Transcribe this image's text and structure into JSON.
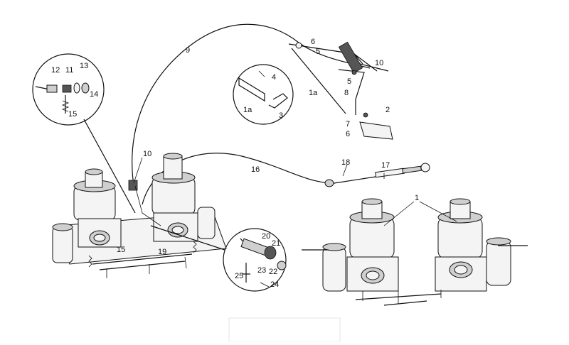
{
  "callouts": [
    {
      "id": "c1",
      "text": "1"
    },
    {
      "id": "c1a_a",
      "text": "1a"
    },
    {
      "id": "c1a_b",
      "text": "1a"
    },
    {
      "id": "c2",
      "text": "2"
    },
    {
      "id": "c3",
      "text": "3"
    },
    {
      "id": "c4",
      "text": "4"
    },
    {
      "id": "c5_a",
      "text": "5"
    },
    {
      "id": "c5_b",
      "text": "5"
    },
    {
      "id": "c6_a",
      "text": "6"
    },
    {
      "id": "c6_b",
      "text": "6"
    },
    {
      "id": "c7",
      "text": "7"
    },
    {
      "id": "c8",
      "text": "8"
    },
    {
      "id": "c9",
      "text": "9"
    },
    {
      "id": "c10_a",
      "text": "10"
    },
    {
      "id": "c10_b",
      "text": "10"
    },
    {
      "id": "c11",
      "text": "11"
    },
    {
      "id": "c12",
      "text": "12"
    },
    {
      "id": "c13",
      "text": "13"
    },
    {
      "id": "c14",
      "text": "14"
    },
    {
      "id": "c15_a",
      "text": "15"
    },
    {
      "id": "c15_b",
      "text": "15"
    },
    {
      "id": "c16",
      "text": "16"
    },
    {
      "id": "c17",
      "text": "17"
    },
    {
      "id": "c18",
      "text": "18"
    },
    {
      "id": "c19",
      "text": "19"
    },
    {
      "id": "c20",
      "text": "20"
    },
    {
      "id": "c21",
      "text": "21"
    },
    {
      "id": "c22",
      "text": "22"
    },
    {
      "id": "c23",
      "text": "23"
    },
    {
      "id": "c24",
      "text": "24"
    },
    {
      "id": "c25",
      "text": "25"
    }
  ]
}
